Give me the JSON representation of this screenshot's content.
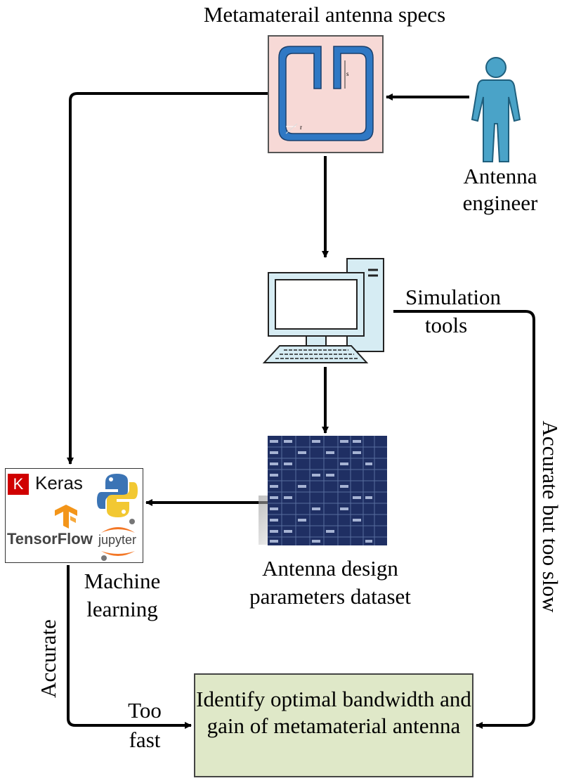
{
  "nodes": {
    "specs": {
      "title": "Metamaterail antenna specs"
    },
    "engineer": {
      "line1": "Antenna",
      "line2": "engineer"
    },
    "simulation": {
      "line1": "Simulation",
      "line2": "tools"
    },
    "dataset": {
      "line1": "Antenna design",
      "line2": "parameters dataset"
    },
    "ml": {
      "line1": "Machine",
      "line2": "learning",
      "keras": "Keras",
      "keras_k": "K",
      "tensorflow": "TensorFlow",
      "jupyter": "jupyter"
    },
    "result": {
      "text": "Identify optimal bandwidth and gain of metamaterial antenna"
    }
  },
  "edges": {
    "sim_to_result": "Accurate but too slow",
    "ml_accurate": "Accurate",
    "ml_fast_line1": "Too",
    "ml_fast_line2": "fast"
  },
  "antenna_labels": {
    "s": "s",
    "r": "r"
  },
  "colors": {
    "antenna_bg": "#f7d9d6",
    "antenna_trace": "#2f78c4",
    "person": "#4aa3c8",
    "computer": "#d6ecf3",
    "result_bg": "#dfe8c8",
    "dataset_bg": "#1f2f63"
  }
}
